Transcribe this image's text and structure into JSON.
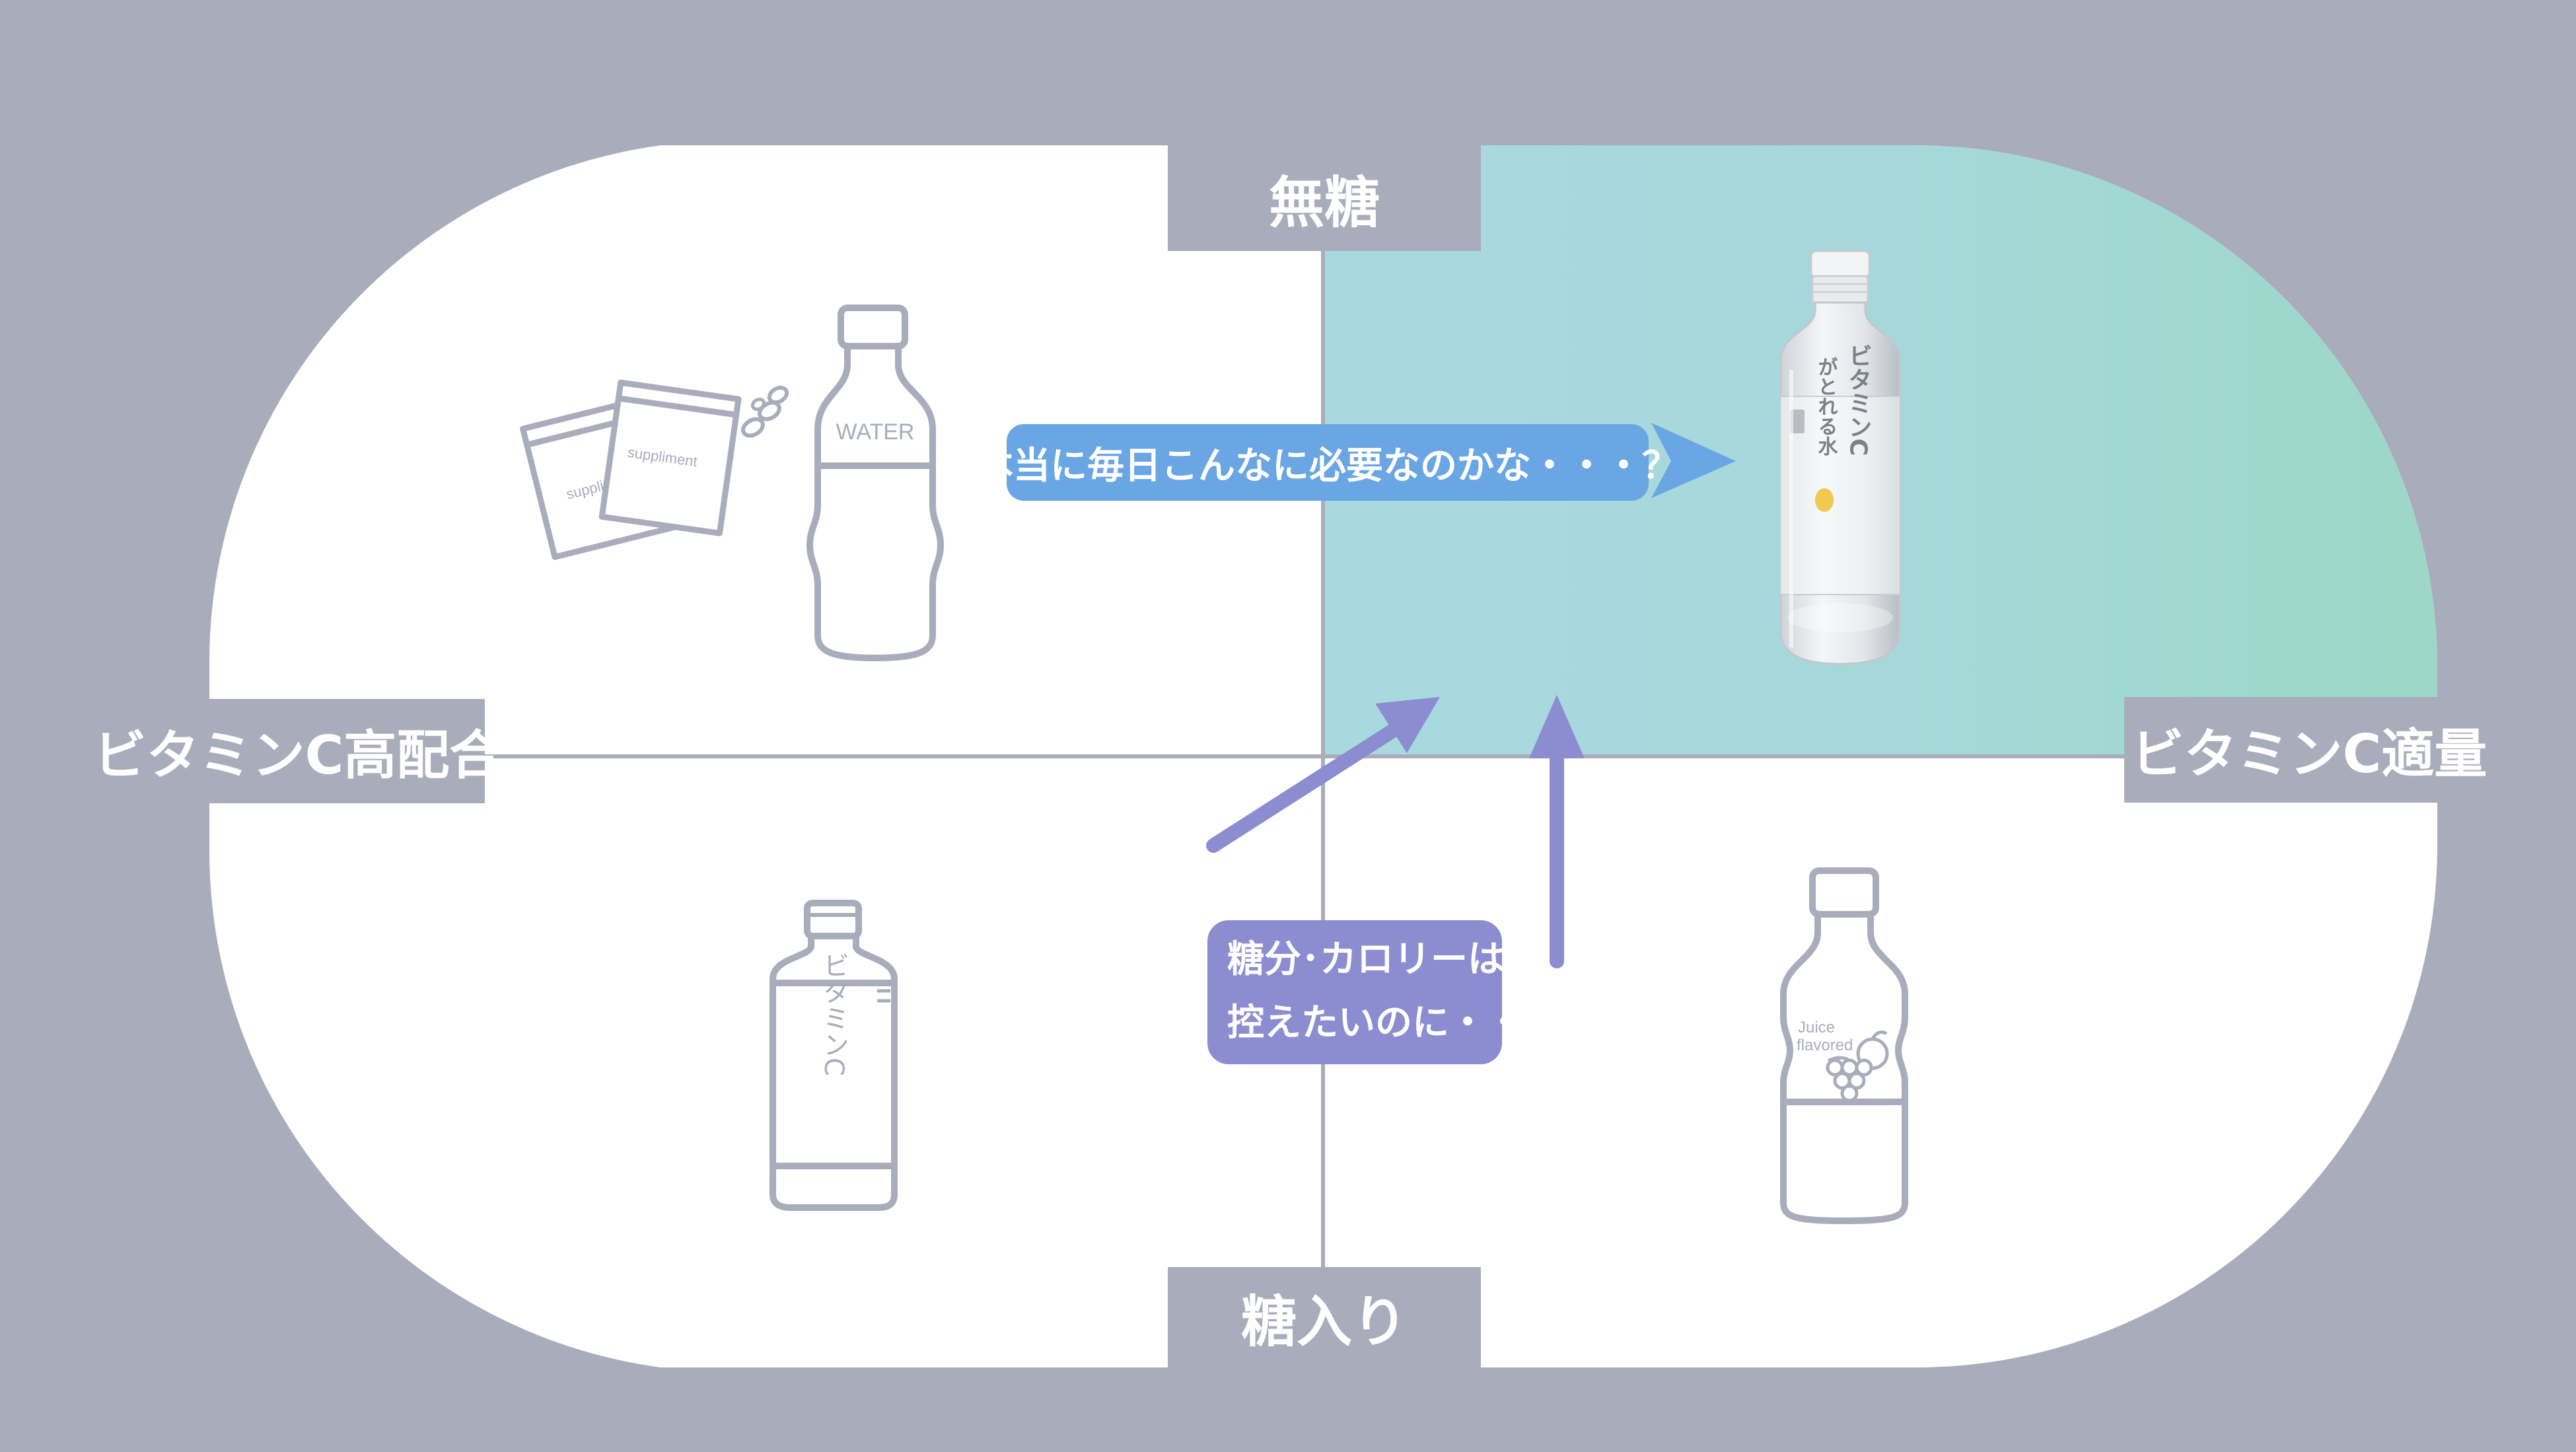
{
  "axes": {
    "top": "無糖",
    "bottom": "糖入り",
    "left": "ビタミンC高配合",
    "right": "ビタミンC適量"
  },
  "callouts": {
    "question": "本当に毎日こんなに必要なのかな・・・？",
    "sugar_line1": "糖分･カロリーは",
    "sugar_line2": "控えたいのに・・・"
  },
  "products": {
    "water_bottle_label": "WATER",
    "supplement_label": "suppliment",
    "supplement_label_partial": "suppli",
    "vitamin_bottle_label": "ビタミンC",
    "juice_bottle_label1": "Juice",
    "juice_bottle_label2": "flavored",
    "featured_bottle_line1": "ビタミンC",
    "featured_bottle_line2": "がとれる水"
  },
  "colors": {
    "background": "#a9acbb",
    "panel": "#ffffff",
    "highlight_start": "#a8dae0",
    "highlight_end": "#9ed8c9",
    "question_bubble": "#6aa6e3",
    "sugar_bubble": "#8c8dd0",
    "icon_stroke": "#a9acbb"
  }
}
